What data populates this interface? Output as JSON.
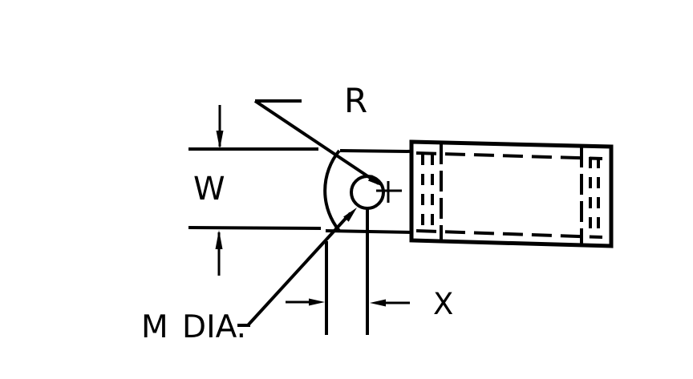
{
  "drawing": {
    "background_color": "#ffffff",
    "line_color": "#000000",
    "labels": {
      "radius": "R",
      "width": "W",
      "diameter": "M DIA.",
      "nose_offset": "X"
    }
  }
}
